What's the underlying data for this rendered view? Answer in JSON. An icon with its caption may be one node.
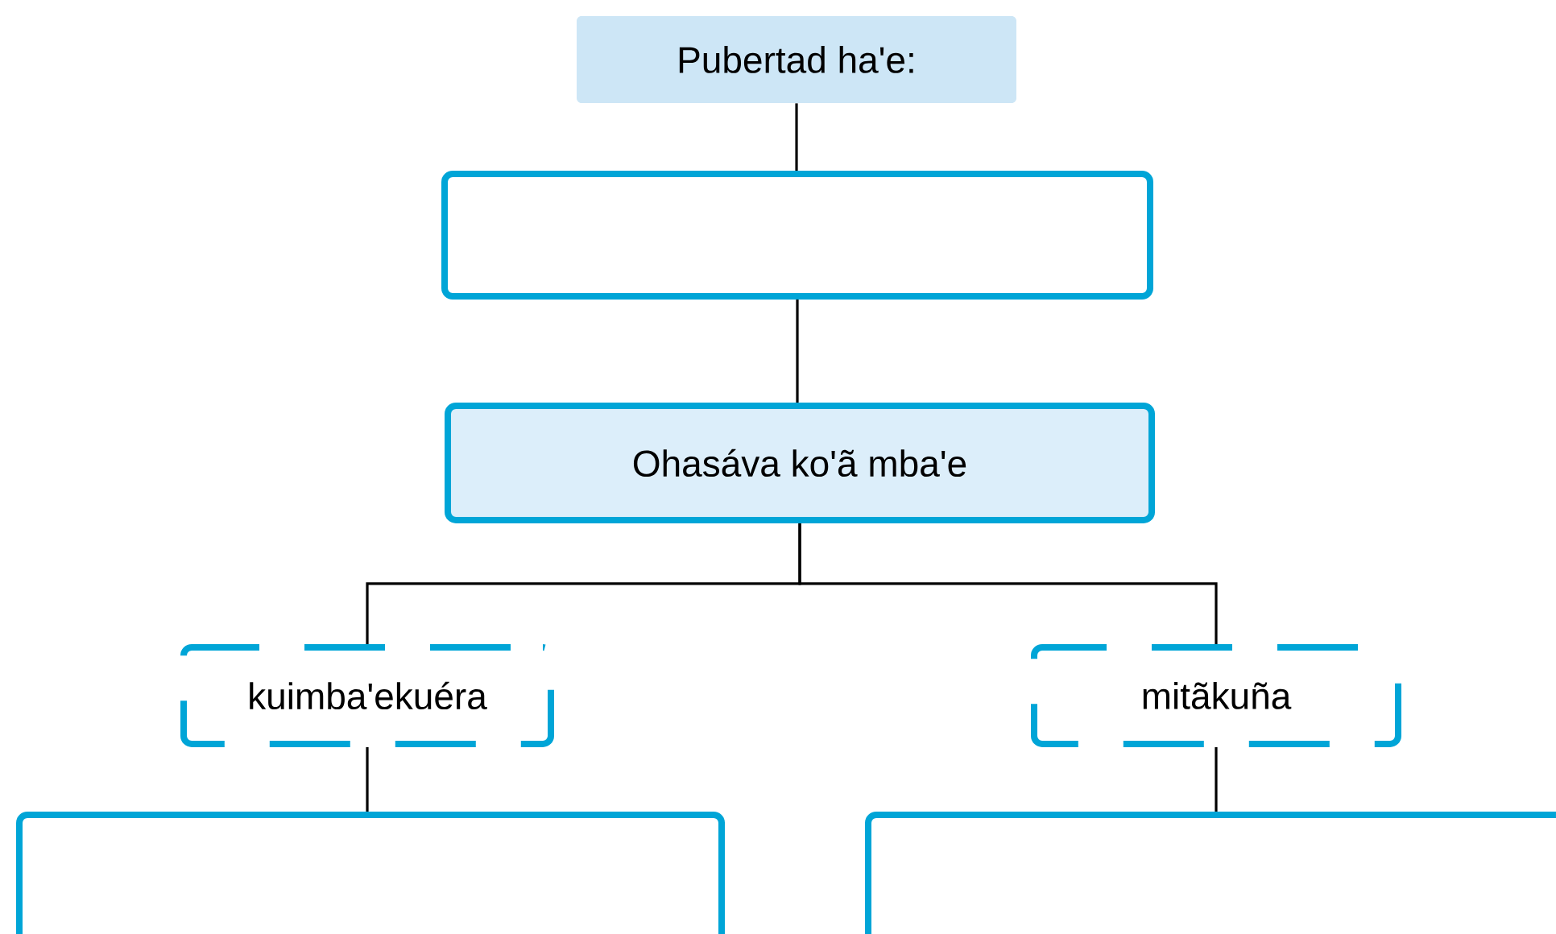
{
  "diagram": {
    "nodes": [
      {
        "text": [
          "Pubertad ha'e:"
        ]
      },
      {
        "text": [],
        "shape": "box"
      },
      {
        "text": [
          "Ohasáva ko'ã mba'e"
        ]
      },
      {
        "text": [
          "kuimba'ekuéra"
        ]
      },
      {
        "text": [
          "mitãkuña"
        ]
      },
      {
        "text": [],
        "shape": "box"
      },
      {
        "text": [],
        "shape": "box"
      }
    ],
    "edges": [
      {
        "from": 0,
        "to": 1,
        "arrow": "none"
      },
      {
        "from": 1,
        "to": 2,
        "arrow": "none"
      },
      {
        "from": 2,
        "to": 3,
        "arrow": "none"
      },
      {
        "from": 2,
        "to": 4,
        "arrow": "none"
      },
      {
        "from": 3,
        "to": 5,
        "arrow": "none"
      },
      {
        "from": 4,
        "to": 6,
        "arrow": "none"
      }
    ]
  }
}
